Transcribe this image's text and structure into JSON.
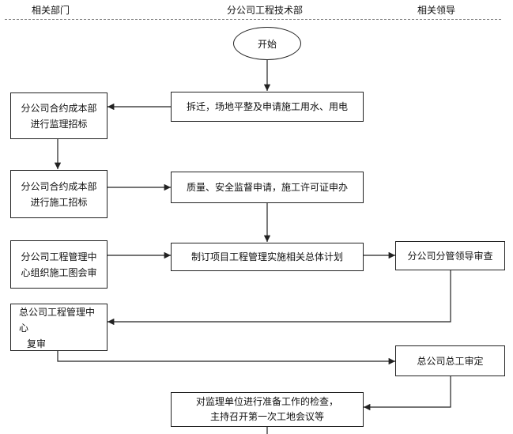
{
  "header": {
    "left": "相关部门",
    "center": "分公司工程技术部",
    "right": "相关领导"
  },
  "start": "开始",
  "nodes": {
    "demolish": "拆迁，场地平整及申请施工用水、用电",
    "supervision_bid": {
      "line1": "分公司合约成本部",
      "line2": "进行监理招标"
    },
    "construction_bid": {
      "line1": "分公司合约成本部",
      "line2": "进行施工招标"
    },
    "quality_safety": "质量、安全监督申请，施工许可证申办",
    "drawing_review": {
      "line1": "分公司工程管理中",
      "line2": "心组织施工图会审"
    },
    "master_plan": "制订项目工程管理实施相关总体计划",
    "leader_review": "分公司分管领导审查",
    "hq_review": {
      "line1": "总公司工程管理中心",
      "line2": "复审"
    },
    "chief_engineer": "总公司总工审定",
    "kickoff": {
      "line1": "对监理单位进行准备工作的检查，",
      "line2": "主持召开第一次工地会议等"
    }
  }
}
